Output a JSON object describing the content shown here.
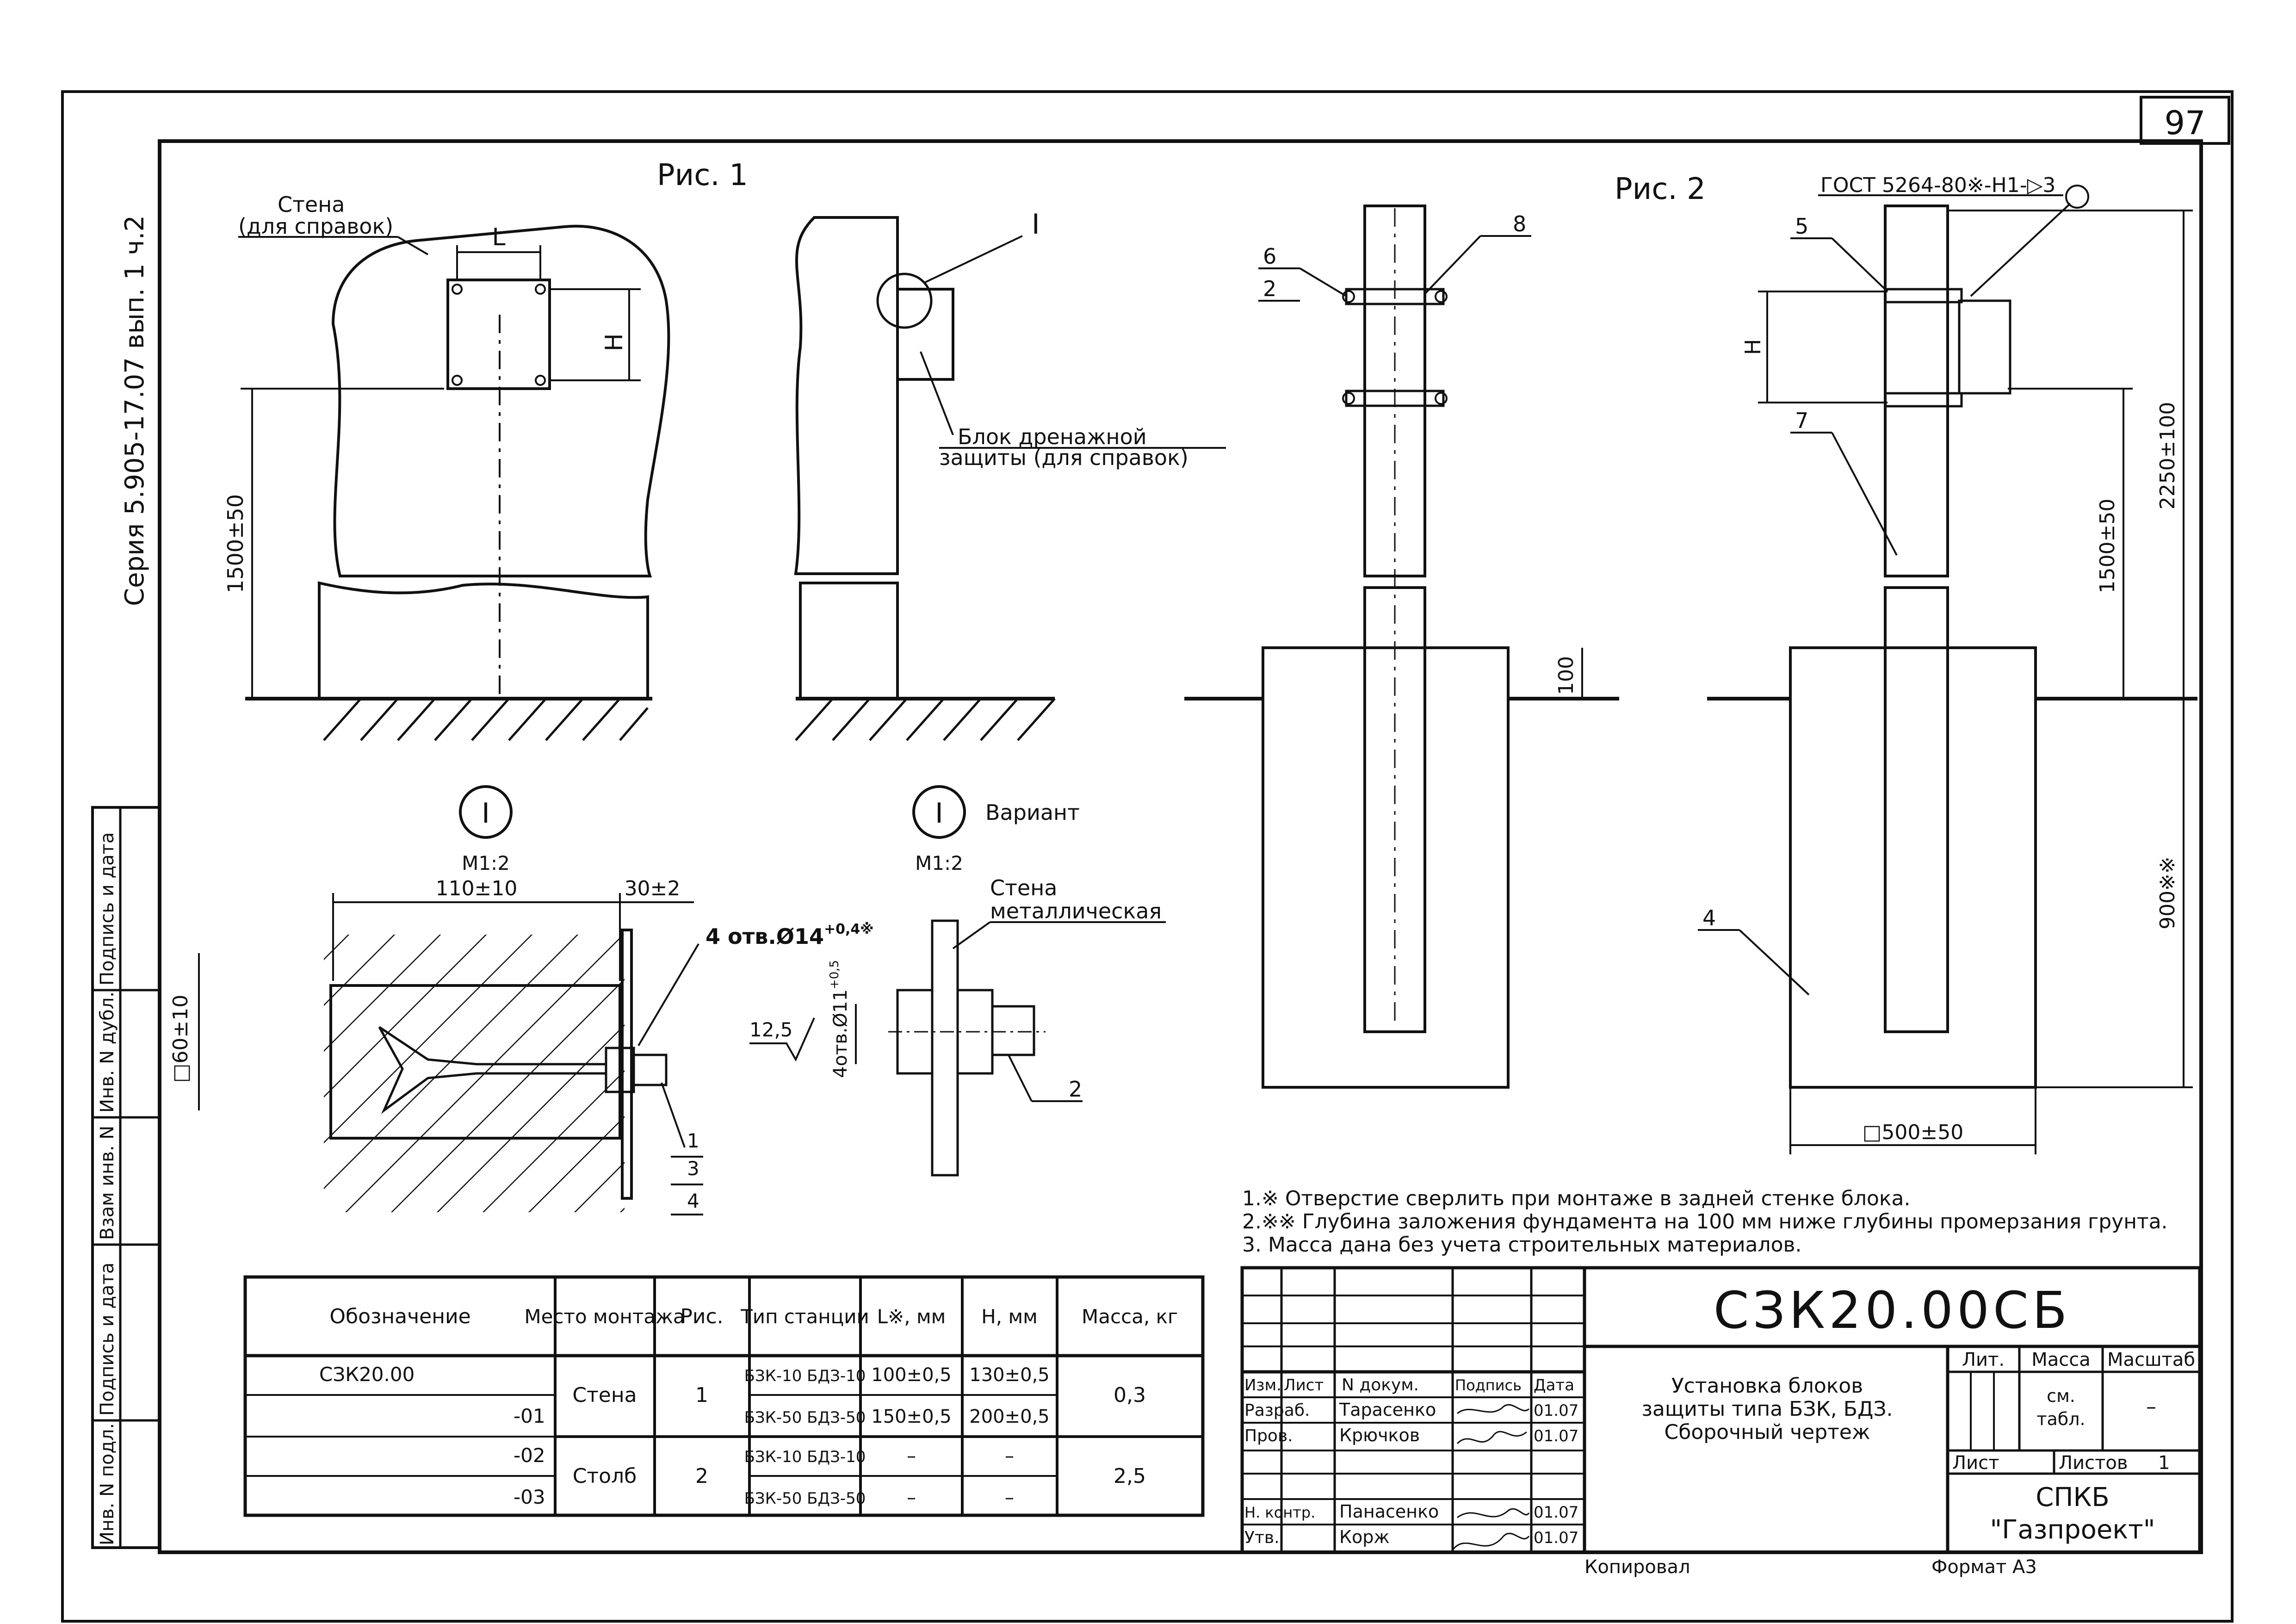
{
  "sheet_number": "97",
  "series": "Серия 5.905-17.07 вып. 1 ч.2",
  "fig1": {
    "title": "Рис. 1",
    "wall_label_1": "Стена",
    "wall_label_2": "(для справок)",
    "dim_L": "L",
    "dim_H": "H",
    "dim_height": "1500±50",
    "node_mark": "I",
    "block_label_1": "Блок дренажной",
    "block_label_2": "защиты (для справок)"
  },
  "detail1": {
    "mark": "I",
    "scale": "М1:2",
    "dim_width": "110±10",
    "dim_offset": "30±2",
    "dim_square": "□60±10",
    "holes": "4 отв.Ø14",
    "holes_tol": "+0,4※",
    "pos_1": "1",
    "pos_3": "3",
    "pos_4": "4"
  },
  "detail2": {
    "mark": "I",
    "variant": "Вариант",
    "scale": "М1:2",
    "wall_1": "Стена",
    "wall_2": "металлическая",
    "roughness": "12,5",
    "holes": "4отв.Ø11",
    "holes_tol": "+0,5",
    "pos_2": "2"
  },
  "fig2": {
    "title": "Рис. 2",
    "weld": "ГОСТ 5264-80※-Н1-▷3",
    "pos_6": "6",
    "pos_2": "2",
    "pos_8": "8",
    "pos_5": "5",
    "pos_7": "7",
    "pos_4a": "4",
    "pos_4b": "4",
    "dim_100": "100",
    "dim_H": "H",
    "dim_1500": "1500±50",
    "dim_2250": "2250±100",
    "dim_900": "900※※",
    "dim_500": "□500±50"
  },
  "notes": [
    "1.※ Отверстие сверлить при монтаже в задней стенке блока.",
    "2.※※ Глубина заложения фундамента на 100 мм ниже глубины промерзания грунта.",
    "3. Масса дана без учета строительных материалов."
  ],
  "spec_table": {
    "headers": [
      "Обозначение",
      "Место монтажа",
      "Рис.",
      "Тип станции",
      "L※, мм",
      "H, мм",
      "Масса, кг"
    ],
    "rows": [
      {
        "designation": "СЗК20.00",
        "station": "БЗК-10 БДЗ-10",
        "L": "100±0,5",
        "H": "130±0,5"
      },
      {
        "designation": "-01",
        "station": "БЗК-50 БДЗ-50",
        "L": "150±0,5",
        "H": "200±0,5"
      },
      {
        "designation": "-02",
        "station": "БЗК-10 БДЗ-10",
        "L": "–",
        "H": "–"
      },
      {
        "designation": "-03",
        "station": "БЗК-50 БДЗ-50",
        "L": "–",
        "H": "–"
      }
    ],
    "place_wall": "Стена",
    "place_post": "Столб",
    "fig_1": "1",
    "fig_2": "2",
    "mass_1": "0,3",
    "mass_2": "2,5"
  },
  "side_stamp": [
    "Инв. N подл.",
    "Подпись и дата",
    "Взам инв. N",
    "Инв. N дубл.",
    "Подпись и дата"
  ],
  "title_block": {
    "code": "СЗК20.00СБ",
    "name_1": "Установка блоков",
    "name_2": "защиты типа БЗК, БДЗ.",
    "name_3": "Сборочный чертеж",
    "col_izm": "Изм.",
    "col_list": "Лист",
    "col_doc": "N докум.",
    "col_sign": "Подпись",
    "col_date": "Дата",
    "role_dev": "Разраб.",
    "name_dev": "Тарасенко",
    "date_dev": "01.07",
    "role_check": "Пров.",
    "name_check": "Крючков",
    "date_check": "01.07",
    "role_nkontr": "Н. контр.",
    "name_nkontr": "Панасенко",
    "date_nkontr": "01.07",
    "role_appr": "Утв.",
    "name_appr": "Корж",
    "date_appr": "01.07",
    "lit": "Лит.",
    "mass": "Масса",
    "scale": "Масштаб",
    "mass_val_1": "см.",
    "mass_val_2": "табл.",
    "scale_val": "–",
    "sheet": "Лист",
    "sheets": "Листов",
    "sheets_val": "1",
    "org_1": "СПКБ",
    "org_2": "\"Газпроект\"",
    "copied": "Копировал",
    "format": "Формат А3"
  }
}
